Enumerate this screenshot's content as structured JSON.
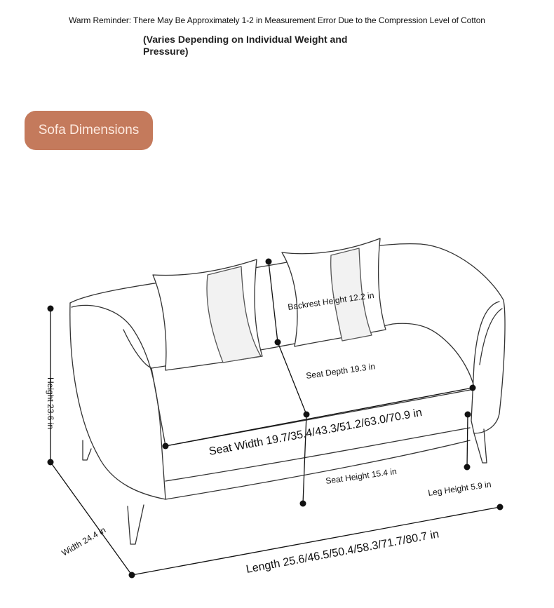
{
  "reminder": "Warm Reminder: There May Be Approximately 1-2 in Measurement Error Due to the Compression Level of Cotton",
  "subnote": "(Varies Depending on Individual Weight and Pressure)",
  "badge": "Sofa Dimensions",
  "dimensions": {
    "backrest_height": "Backrest Height 12.2 in",
    "seat_depth": "Seat Depth 19.3 in",
    "seat_width": "Seat Width 19.7/35.4/43.3/51.2/63.0/70.9 in",
    "seat_height": "Seat Height 15.4 in",
    "leg_height": "Leg Height 5.9 in",
    "height": "Height 23.6 in",
    "width": "Width 24.4 in",
    "length": "Length 25.6/46.5/50.4/58.3/71.7/80.7 in"
  }
}
